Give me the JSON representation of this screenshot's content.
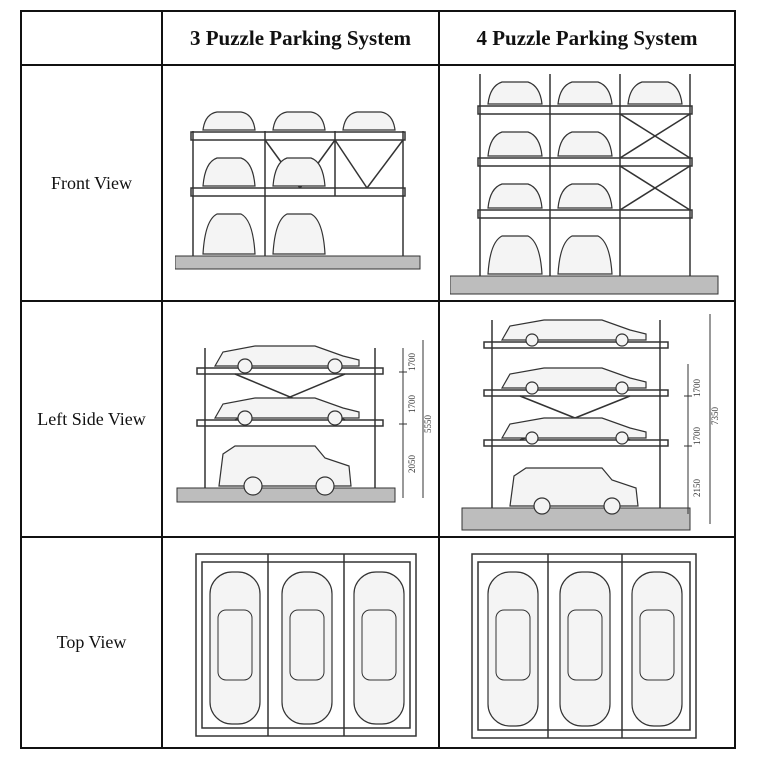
{
  "table": {
    "header": {
      "col1": "3 Puzzle Parking System",
      "col2": "4 Puzzle Parking System"
    },
    "rows": [
      {
        "label": "Front View"
      },
      {
        "label": "Left Side View"
      },
      {
        "label": "Top View"
      }
    ]
  },
  "dimensions": {
    "three_side": {
      "d1": "1700",
      "d2": "1700",
      "d3": "2050",
      "total": "5550"
    },
    "four_side": {
      "d1": "1700",
      "d2": "1700",
      "d3": "2150",
      "total": "7350"
    }
  },
  "colors": {
    "line": "#111111",
    "drawing": "#333333",
    "ground": "#bdbdbd"
  }
}
